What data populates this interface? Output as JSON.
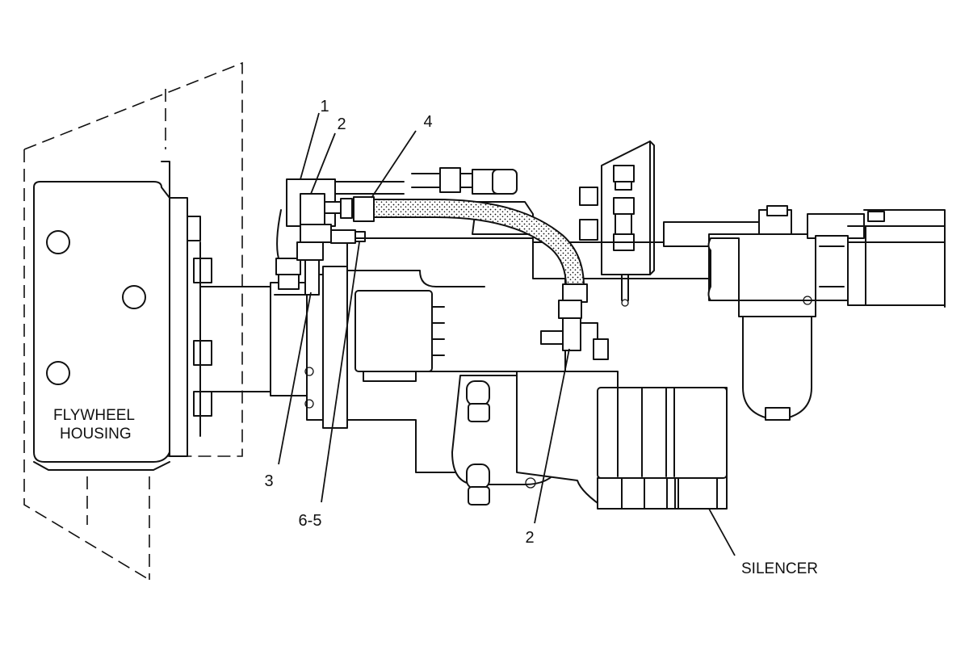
{
  "labels": {
    "flywheel_line1": "FLYWHEEL",
    "flywheel_line2": "HOUSING",
    "silencer": "SILENCER"
  },
  "callouts": {
    "c1": "1",
    "c2_top": "2",
    "c4": "4",
    "c3": "3",
    "c65": "6-5",
    "c2_bottom": "2"
  },
  "colors": {
    "line": "#111111",
    "background": "#ffffff"
  }
}
